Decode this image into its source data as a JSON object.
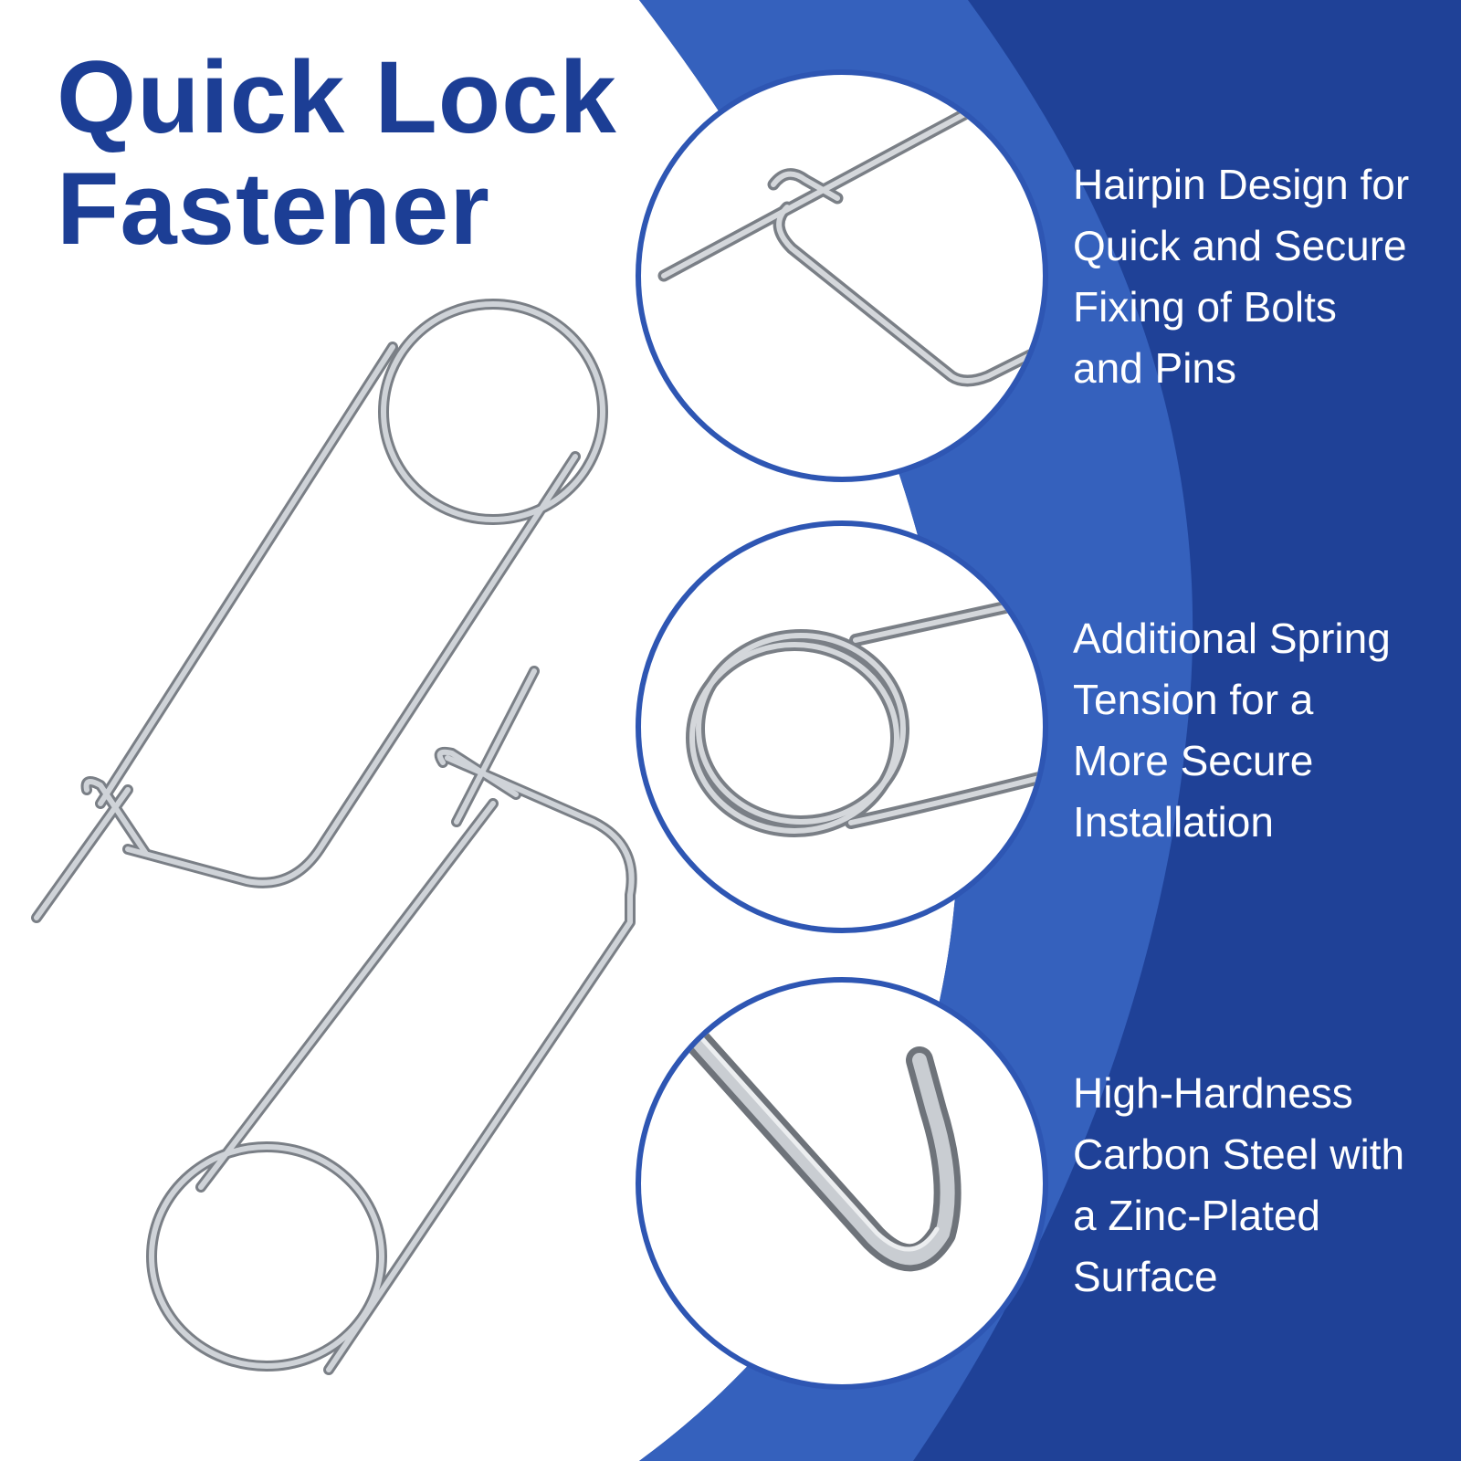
{
  "title": {
    "line1": "Quick Lock",
    "line2": "Fastener"
  },
  "features": [
    {
      "lines": [
        "Hairpin Design for",
        "Quick and Secure",
        "Fixing of Bolts",
        "and Pins"
      ],
      "image_icon": "hairpin-clip-closeup"
    },
    {
      "lines": [
        "Additional Spring",
        "Tension for a",
        "More Secure",
        "Installation"
      ],
      "image_icon": "spring-coil-closeup"
    },
    {
      "lines": [
        "High-Hardness",
        "Carbon Steel with",
        "a Zinc-Plated",
        "Surface"
      ],
      "image_icon": "hook-end-closeup"
    }
  ],
  "colors": {
    "title": "#1c3e95",
    "band_outer": "#1f4197",
    "band_inner": "#3561bd",
    "circle_border": "#2e56b3",
    "metal": "#a9aeb4",
    "metal_shadow": "#6e737a",
    "feature_text": "#ffffff"
  },
  "product_icon": "safety-pin-cotter-pair"
}
